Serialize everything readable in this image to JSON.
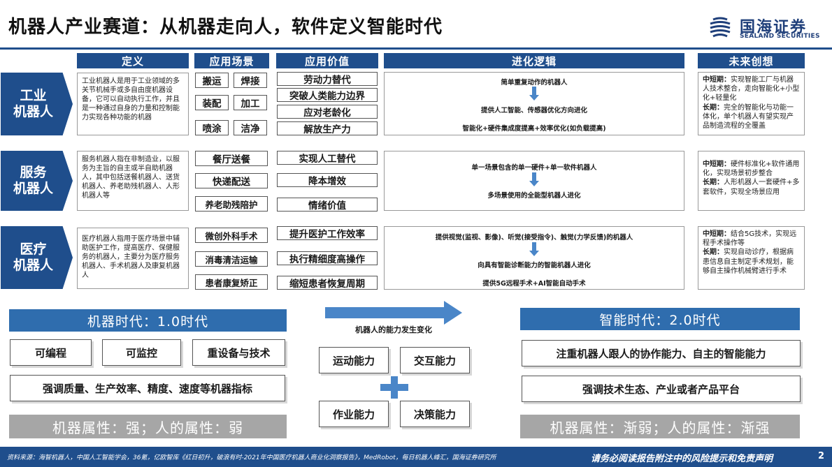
{
  "page_title": "机器人产业赛道：从机器走向人，软件定义智能时代",
  "logo": {
    "cn": "国海证券",
    "en": "SEALAND SECURITIES"
  },
  "column_headers": [
    "定义",
    "应用场景",
    "应用价值",
    "进化逻辑",
    "未来创想"
  ],
  "rows": [
    {
      "label": "工业\n机器人",
      "definition": "工业机器人是用于工业领域的多关节机械手或多自由度机器设备，它可以自动执行工作，并且是一种通过自身的力量和控制能力实现各种功能的机器",
      "scenes": [
        "搬运",
        "焊接",
        "装配",
        "加工",
        "喷涂",
        "洁净"
      ],
      "values": [
        "劳动力替代",
        "突破人类能力边界",
        "应对老龄化",
        "解放生产力"
      ],
      "logic": [
        "简单重复动作的机器人",
        "提供人工智能、传感器优化方向进化",
        "智能化+硬件集成度提高+效率优化(如负载提高)"
      ],
      "future": {
        "short_label": "中短期：",
        "short_text": "实现智能工厂与机器人技术整合，走向智能化+小型化+轻量化",
        "long_label": "长期：",
        "long_text": "完全的智能化与功能一体化，单个机器人有望实现产品制造流程的全覆盖"
      }
    },
    {
      "label": "服务\n机器人",
      "definition": "服务机器人指在非制造业，以服务为主旨的自主或半自助机器人，其中包括送餐机器人、送货机器人、养老助残机器人、人形机器人等",
      "scenes": [
        "餐厅送餐",
        "快递配送",
        "养老助残陪护"
      ],
      "values": [
        "实现人工替代",
        "降本增效",
        "情绪价值"
      ],
      "logic": [
        "单一场景包含的单一硬件+单一软件机器人",
        "多场景使用的全能型机器人进化"
      ],
      "future": {
        "short_label": "中短期：",
        "short_text": "硬件标准化+软件通用化，实现场景初步整合",
        "long_label": "长期：",
        "long_text": "人形机器人一套硬件+多套软件，实现全场景应用"
      }
    },
    {
      "label": "医疗\n机器人",
      "definition": "医疗机器人指用于医疗场景中辅助医护工作，提高医疗、保健服务的机器人，主要分为医疗服务机器人、手术机器人及康复机器人",
      "scenes": [
        "微创外科手术",
        "消毒清洁运输",
        "患者康复矫正"
      ],
      "values": [
        "提升医护工作效率",
        "执行精细度高操作",
        "缩短患者恢复周期"
      ],
      "logic": [
        "提供视觉(监视、影像)、听觉(接受指令)、触觉(力学反馈)的机器人",
        "向具有智能诊断能力的智能机器人进化",
        "提供5G远程手术+AI智能自动手术"
      ],
      "future": {
        "short_label": "中短期：",
        "short_text": "结合5G技术，实现远程手术操作等",
        "long_label": "长期：",
        "long_text": "实现自动诊疗，根据病患信息自主制定手术规划，能够自主操作机械臂进行手术"
      }
    }
  ],
  "era1": {
    "banner": "机器时代：1.0时代",
    "tags": [
      "可编程",
      "可监控",
      "重设备与技术"
    ],
    "metrics": "强调质量、生产效率、精度、速度等机器指标",
    "attr": "机器属性：强；人的属性：弱"
  },
  "middle": {
    "caption": "机器人的能力发生变化",
    "caps": [
      "运动能力",
      "交互能力",
      "作业能力",
      "决策能力"
    ]
  },
  "era2": {
    "banner": "智能时代：2.0时代",
    "item1": "注重机器人跟人的协作能力、自主的智能能力",
    "item2": "强调技术生态、产业或者产品平台",
    "attr": "机器属性：渐弱；人的属性：渐强"
  },
  "footer": {
    "source": "资料来源：海智机器人，中国人工智能学会，36氪，亿欧智库《红日初升，破浪有时-2021年中国医疗机器人商业化洞察报告》，MedRobot，每日机器人峰汇，国海证券研究所",
    "disclaimer": "请务必阅读报告附注中的风险提示和免责声明",
    "page": "2"
  },
  "colors": {
    "primary": "#1f4e8c",
    "banner": "#2f6dae",
    "attr_gray": "#a6a6a6",
    "arrow_blue": "#4a86c8"
  }
}
